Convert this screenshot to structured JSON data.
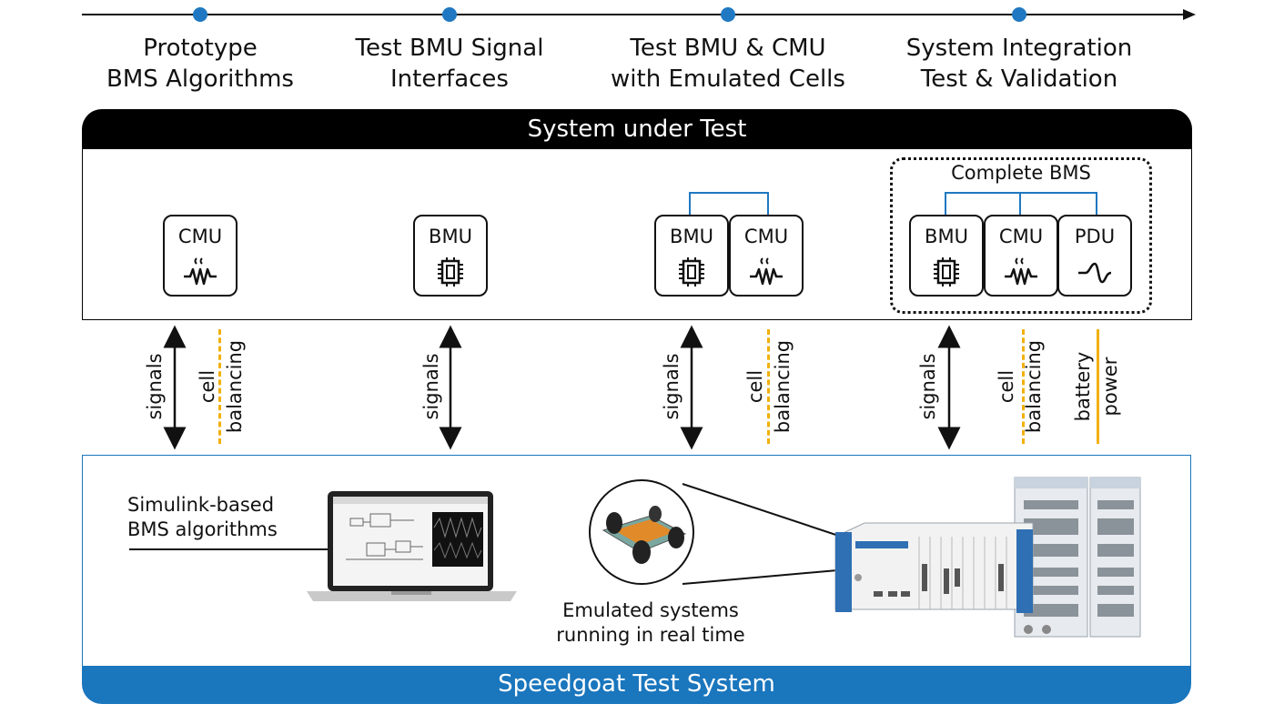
{
  "timeline": {
    "stages": [
      {
        "line1": "Prototype",
        "line2": "BMS Algorithms"
      },
      {
        "line1": "Test BMU Signal",
        "line2": "Interfaces"
      },
      {
        "line1": "Test BMU & CMU",
        "line2": "with Emulated Cells"
      },
      {
        "line1": "System Integration",
        "line2": "Test & Validation"
      }
    ]
  },
  "sut": {
    "title": "System under Test",
    "complete_label": "Complete BMS",
    "units": {
      "cmu": "CMU",
      "bmu": "BMU",
      "pdu": "PDU"
    }
  },
  "interfaces": {
    "signals": "signals",
    "cell": "cell",
    "balancing": "balancing",
    "battery": "battery",
    "power": "power"
  },
  "speedgoat": {
    "title": "Speedgoat Test System",
    "simulink_line1": "Simulink-based",
    "simulink_line2": "BMS algorithms",
    "emulated_line1": "Emulated systems",
    "emulated_line2": "running in real time"
  },
  "colors": {
    "accent_blue": "#1a76bd",
    "dot_blue": "#1f78c1",
    "balancing_yellow": "#f2b00c"
  },
  "icons": [
    "cmu-resistor-icon",
    "bmu-chip-icon",
    "pdu-wave-icon",
    "laptop-image",
    "car-chassis-image",
    "speedgoat-rack-image"
  ]
}
